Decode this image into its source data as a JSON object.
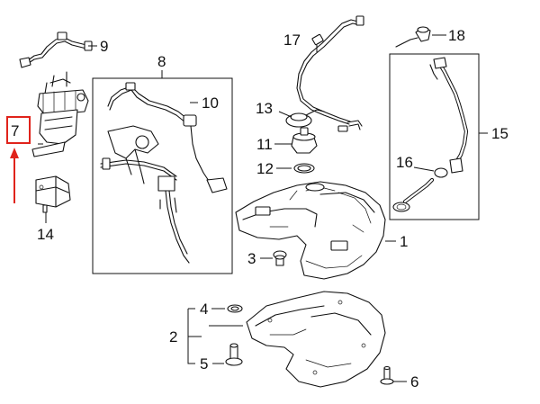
{
  "highlight": {
    "color": "#e0231b",
    "callout": "7"
  },
  "callouts": [
    {
      "id": "1",
      "text": "1"
    },
    {
      "id": "2",
      "text": "2"
    },
    {
      "id": "3",
      "text": "3"
    },
    {
      "id": "4",
      "text": "4"
    },
    {
      "id": "5",
      "text": "5"
    },
    {
      "id": "6",
      "text": "6"
    },
    {
      "id": "7",
      "text": "7"
    },
    {
      "id": "8",
      "text": "8"
    },
    {
      "id": "9",
      "text": "9"
    },
    {
      "id": "10",
      "text": "10"
    },
    {
      "id": "11",
      "text": "11"
    },
    {
      "id": "12",
      "text": "12"
    },
    {
      "id": "13",
      "text": "13"
    },
    {
      "id": "14",
      "text": "14"
    },
    {
      "id": "15",
      "text": "15"
    },
    {
      "id": "16",
      "text": "16"
    },
    {
      "id": "17",
      "text": "17"
    },
    {
      "id": "18",
      "text": "18"
    }
  ]
}
